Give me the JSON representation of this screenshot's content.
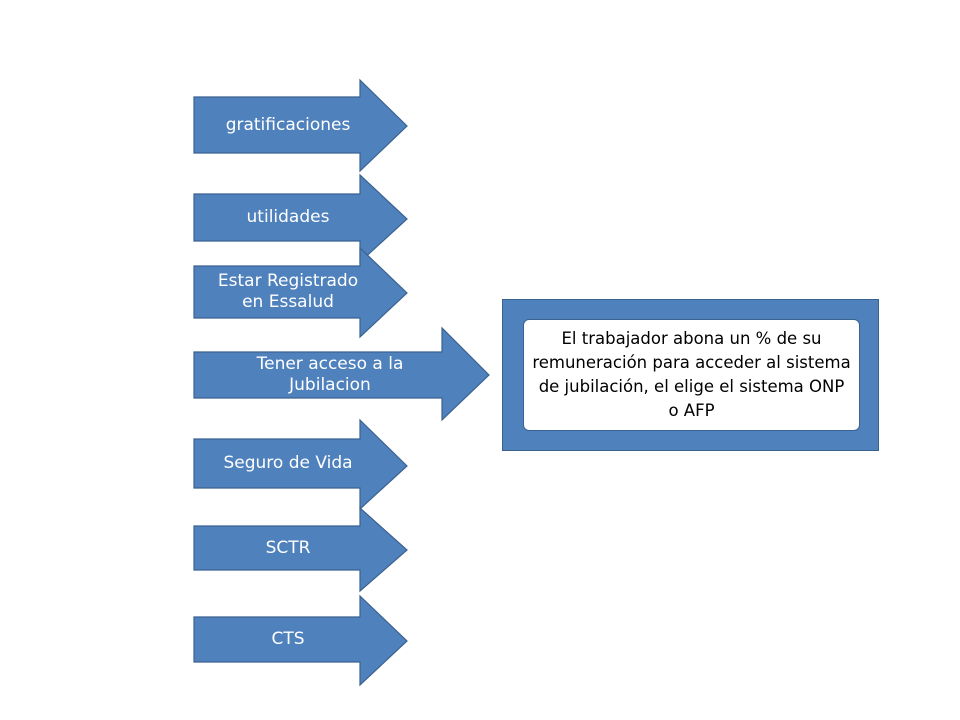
{
  "colors": {
    "arrow_fill": "#4f81bd",
    "arrow_stroke": "#3a6290",
    "text": "#ffffff",
    "box_fill": "#4f81bd"
  },
  "arrows": [
    {
      "id": "gratificaciones",
      "label": "gratificaciones"
    },
    {
      "id": "utilidades",
      "label": "utilidades"
    },
    {
      "id": "essalud",
      "label": "Estar Registrado\nen Essalud"
    },
    {
      "id": "jubilacion",
      "label": "Tener acceso  a la\nJubilacion"
    },
    {
      "id": "seguro-vida",
      "label": "Seguro de Vida"
    },
    {
      "id": "sctr",
      "label": "SCTR"
    },
    {
      "id": "cts",
      "label": "CTS"
    }
  ],
  "info_box": {
    "text": "El trabajador abona un % de su remuneración para acceder al sistema de jubilación, el elige el sistema ONP  o AFP"
  }
}
